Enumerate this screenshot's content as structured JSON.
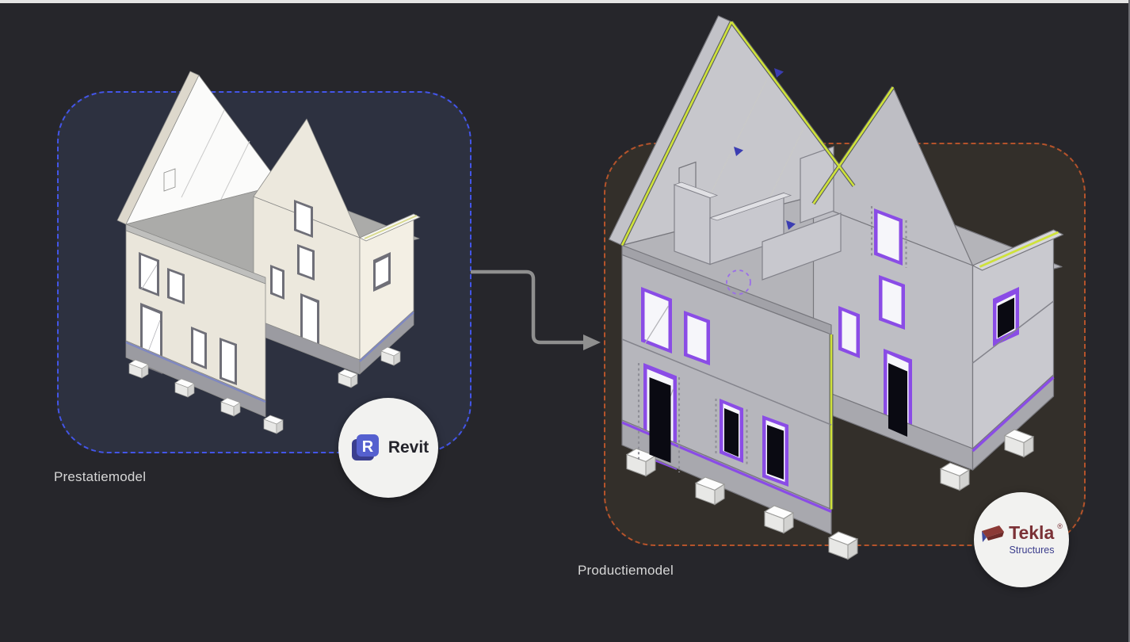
{
  "page": {
    "background_color": "#26262b",
    "top_strip_color": "#e4e4e4"
  },
  "diagram": {
    "source": {
      "label": "Prestatiemodel",
      "tool": "Revit",
      "border_color": "#4355e8",
      "panel_background": "#2d3140",
      "model_description": "revit-performance-model-house"
    },
    "target": {
      "label": "Productiemodel",
      "tool_name": "Tekla",
      "tool_reg": "®",
      "tool_sub": "Structures",
      "border_color": "#b5532b",
      "panel_background": "#332f2a",
      "model_description": "tekla-production-model-house"
    },
    "arrow": {
      "direction": "source-to-target",
      "color": "#8f8f8f"
    }
  },
  "badges": {
    "revit": {
      "label": "Revit",
      "icon": "revit-logo-icon",
      "logo_face_color": "#5560cf",
      "logo_side_color": "#3a3e8f"
    },
    "tekla": {
      "name": "Tekla",
      "reg": "®",
      "sub": "Structures",
      "icon": "tekla-logo-icon",
      "name_color": "#7b3136",
      "sub_color": "#3b3d8c"
    }
  },
  "model_colors": {
    "revit_walls": "#eae6db",
    "tekla_walls": "#b6b6bc",
    "tekla_window_frame": "#8a4ce6",
    "tekla_edge_accent": "#cfe23a"
  }
}
